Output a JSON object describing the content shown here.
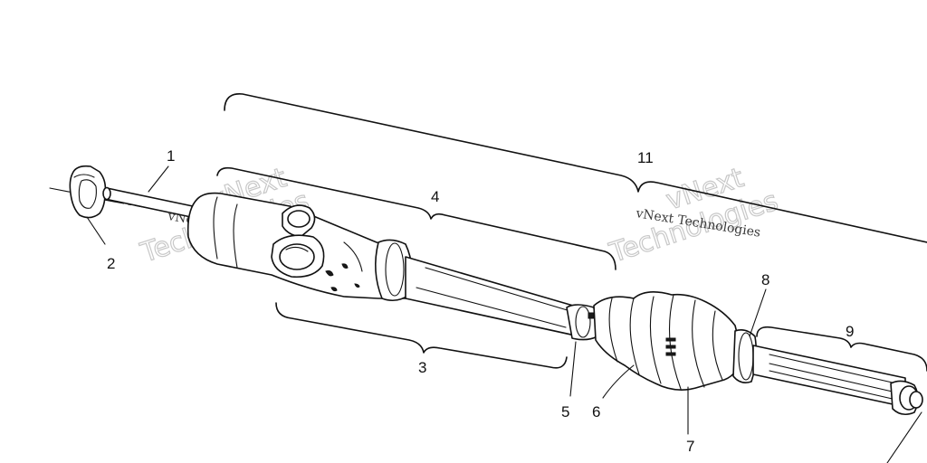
{
  "diagram": {
    "callouts": [
      {
        "id": "c1",
        "label": "1"
      },
      {
        "id": "c2",
        "label": "2"
      },
      {
        "id": "c3",
        "label": "3"
      },
      {
        "id": "c4",
        "label": "4"
      },
      {
        "id": "c5",
        "label": "5"
      },
      {
        "id": "c6",
        "label": "6"
      },
      {
        "id": "c7",
        "label": "7"
      },
      {
        "id": "c8",
        "label": "8"
      },
      {
        "id": "c9",
        "label": "9"
      },
      {
        "id": "c11",
        "label": "11"
      }
    ],
    "watermarks": [
      {
        "id": "wm1",
        "big_line1": "vNext",
        "big_line2": "Technologies",
        "small": "vNext Technologies"
      },
      {
        "id": "wm2",
        "big_line1": "vNext",
        "big_line2": "Technologies",
        "small": "vNext Technologies"
      }
    ]
  },
  "colors": {
    "ink": "#111111",
    "paper": "#ffffff",
    "watermark_outline": "#c8c8c8"
  }
}
